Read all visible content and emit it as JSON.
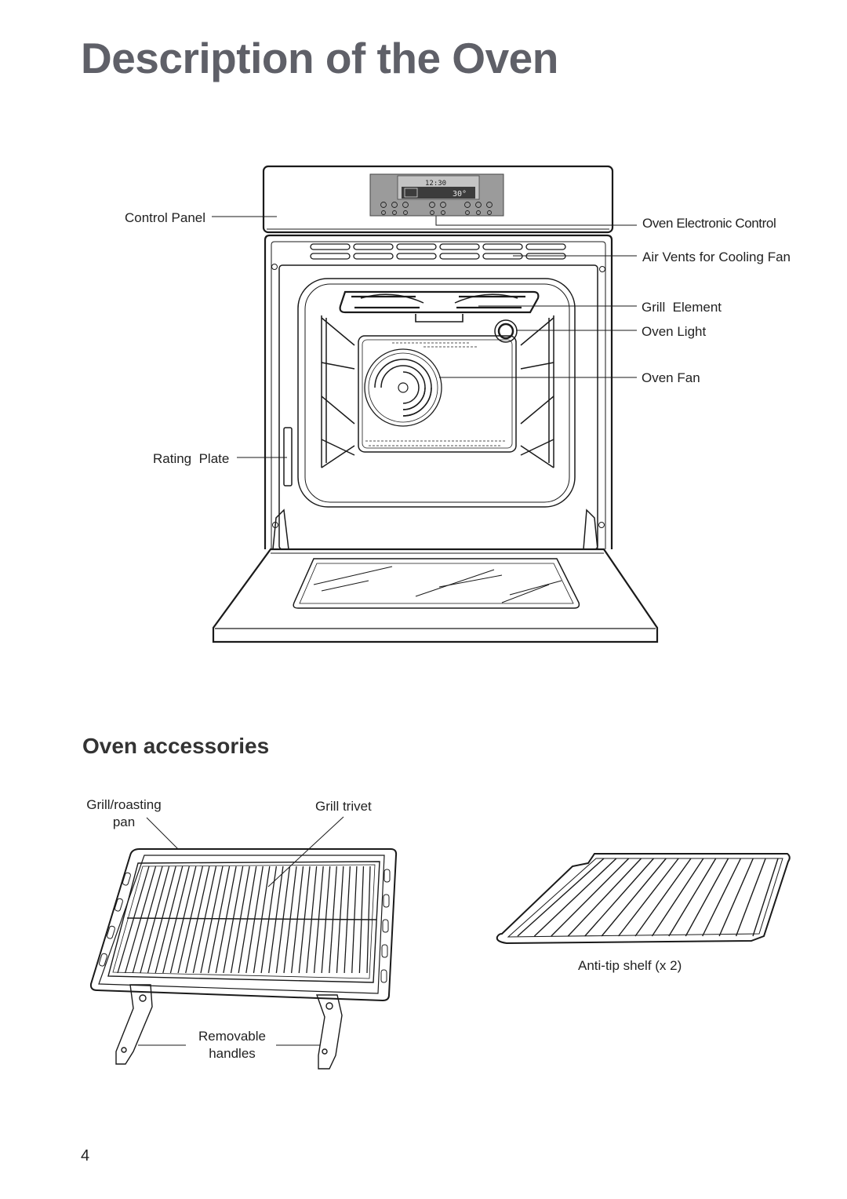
{
  "page": {
    "title": "Description of the Oven",
    "subtitle": "Oven accessories",
    "page_number": "4"
  },
  "oven": {
    "labels": {
      "control_panel": "Control Panel",
      "electronic_control": "Oven Electronic Control",
      "air_vents": "Air Vents for Cooling Fan",
      "grill_element": "Grill  Element",
      "oven_light": "Oven Light",
      "oven_fan": "Oven Fan",
      "rating_plate": "Rating  Plate"
    },
    "display": {
      "time": "12:30",
      "temperature": "30°"
    }
  },
  "accessories": {
    "labels": {
      "pan_line1": "Grill/roasting",
      "pan_line2": "pan",
      "trivet": "Grill trivet",
      "handles_line1": "Removable",
      "handles_line2": "handles",
      "shelf": "Anti-tip shelf (x 2)"
    }
  }
}
